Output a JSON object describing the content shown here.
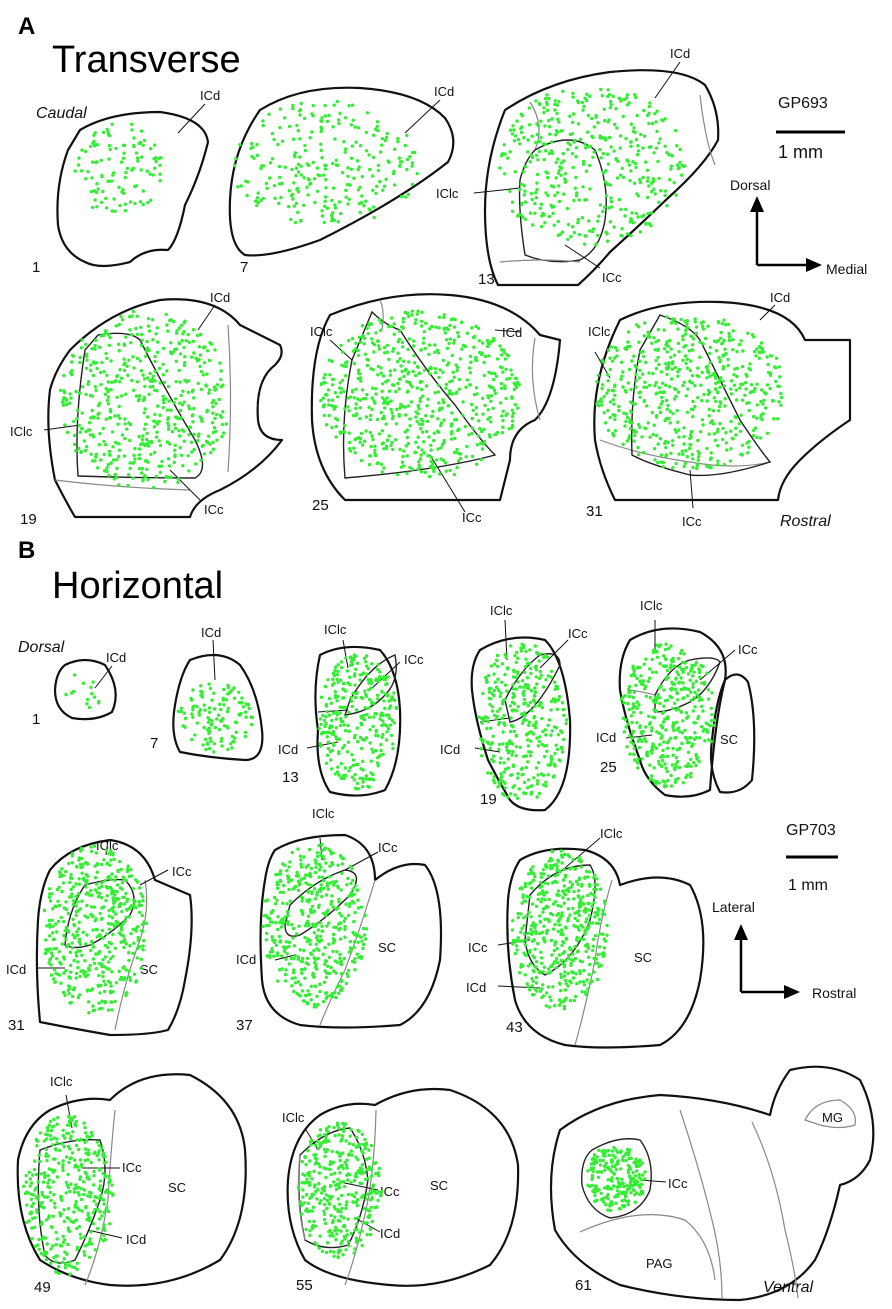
{
  "panel_a": {
    "letter": "A",
    "title": "Transverse",
    "caudal": "Caudal",
    "rostral": "Rostral",
    "case": "GP693",
    "scale": "1 mm",
    "axis_up": "Dorsal",
    "axis_right": "Medial",
    "sections": [
      "1",
      "7",
      "13",
      "19",
      "25",
      "31"
    ],
    "labels": {
      "s1_icd": "ICd",
      "s7_icd": "ICd",
      "s13_icd": "ICd",
      "s13_iclc": "IClc",
      "s13_icc": "ICc",
      "s19_icd": "ICd",
      "s19_iclc": "IClc",
      "s19_icc": "ICc",
      "s25_iclc": "IClc",
      "s25_icd": "ICd",
      "s25_icc": "ICc",
      "s31_iclc": "IClc",
      "s31_icd": "ICd",
      "s31_icc": "ICc"
    }
  },
  "panel_b": {
    "letter": "B",
    "title": "Horizontal",
    "dorsal": "Dorsal",
    "ventral": "Ventral",
    "case": "GP703",
    "scale": "1 mm",
    "axis_up": "Lateral",
    "axis_right": "Rostral",
    "sections": [
      "1",
      "7",
      "13",
      "19",
      "25",
      "31",
      "37",
      "43",
      "49",
      "55",
      "61"
    ],
    "labels": {
      "s1_icd": "ICd",
      "s7_icd": "ICd",
      "s13_iclc": "IClc",
      "s13_icc": "ICc",
      "s13_icd": "ICd",
      "s19_iclc": "IClc",
      "s19_icc": "ICc",
      "s19_icd": "ICd",
      "s25_iclc": "IClc",
      "s25_icc": "ICc",
      "s25_icd": "ICd",
      "s25_sc": "SC",
      "s31_iclc": "IClc",
      "s31_icc": "ICc",
      "s31_icd": "ICd",
      "s31_sc": "SC",
      "s37_iclc": "IClc",
      "s37_icc": "ICc",
      "s37_icd": "ICd",
      "s37_sc": "SC",
      "s43_iclc": "IClc",
      "s43_icc": "ICc",
      "s43_icd": "ICd",
      "s43_sc": "SC",
      "s49_iclc": "IClc",
      "s49_icc": "ICc",
      "s49_icd": "ICd",
      "s49_sc": "SC",
      "s55_iclc": "IClc",
      "s55_icc": "ICc",
      "s55_icd": "ICd",
      "s55_sc": "SC",
      "s61_icc": "ICc",
      "s61_pag": "PAG",
      "s61_mg": "MG"
    }
  },
  "colors": {
    "labeled_cell": "#33ee33",
    "outline": "#111111",
    "boundary": "#888888"
  }
}
